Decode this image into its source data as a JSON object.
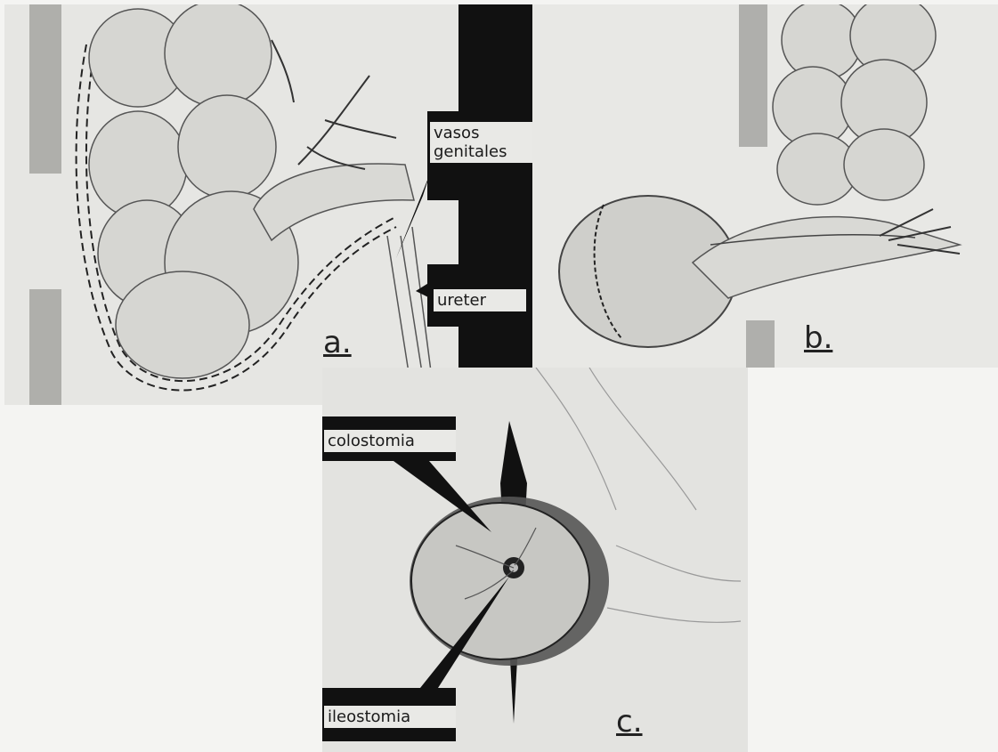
{
  "figure": {
    "panels": [
      {
        "id": "a",
        "letter": "a.",
        "labels": [
          "vasos\ngenitales",
          "ureter"
        ]
      },
      {
        "id": "b",
        "letter": "b.",
        "labels": []
      },
      {
        "id": "c",
        "letter": "c.",
        "labels": [
          "colostomia",
          "ileostomia"
        ]
      }
    ]
  },
  "colors": {
    "paper": "#e6e6e3",
    "ink": "#111111",
    "shade": "#8a8a88",
    "label_bg": "#ecece9"
  }
}
